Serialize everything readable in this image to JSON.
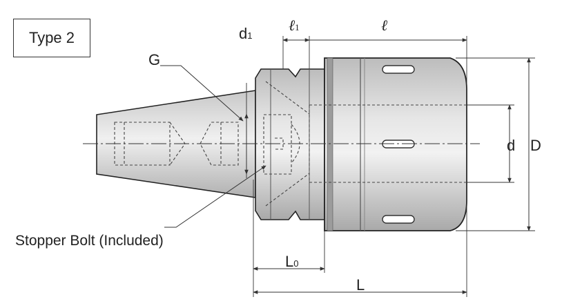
{
  "type_label": "Type 2",
  "labels": {
    "d1": "d",
    "d1_sub": "1",
    "l1": "ℓ",
    "l1_sub": "1",
    "l": "ℓ",
    "G": "G",
    "d": "d",
    "D": "D",
    "L0": "L",
    "L0_sub": "0",
    "L": "L",
    "stopper": "Stopper Bolt (Included)"
  }
}
